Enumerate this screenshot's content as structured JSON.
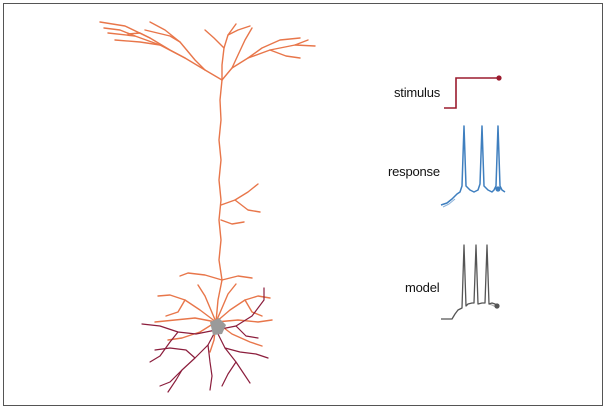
{
  "labels": {
    "stimulus": "stimulus",
    "response": "response",
    "model": "model"
  },
  "colors": {
    "frame": "#555555",
    "dendrite": "#e8764a",
    "axon": "#8b1d3c",
    "soma": "#9a9a9a",
    "stimulus_trace": "#9b1b2e",
    "response_trace": "#3f7fbf",
    "model_trace": "#555555"
  },
  "traces": {
    "stimulus": {
      "shape": "step",
      "endpoint_marker": true
    },
    "response": {
      "spike_count": 3,
      "endpoint_marker": true
    },
    "model": {
      "spike_count": 3,
      "endpoint_marker": true
    }
  }
}
